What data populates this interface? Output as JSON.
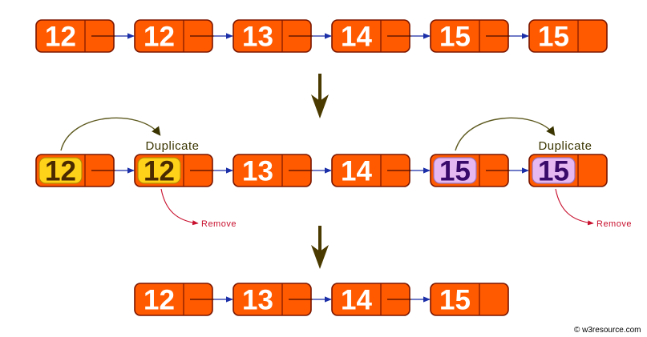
{
  "colors": {
    "node_fill": "#ff5a00",
    "node_border": "#7a1600",
    "node_text": "#ffffff",
    "link_arrow": "#1b2fa8",
    "duplicate_highlight_a": "#ffd21a",
    "duplicate_highlight_b": "#e6b8f2",
    "remove_label": "#c8102e",
    "step_arrow": "#4a3a00"
  },
  "rows": [
    {
      "nodes": [
        {
          "value": "12"
        },
        {
          "value": "12"
        },
        {
          "value": "13"
        },
        {
          "value": "14"
        },
        {
          "value": "15"
        },
        {
          "value": "15"
        }
      ]
    },
    {
      "nodes": [
        {
          "value": "12",
          "highlight": "yellow"
        },
        {
          "value": "12",
          "highlight": "yellow"
        },
        {
          "value": "13"
        },
        {
          "value": "14"
        },
        {
          "value": "15",
          "highlight": "purple"
        },
        {
          "value": "15",
          "highlight": "purple"
        }
      ]
    },
    {
      "nodes": [
        {
          "value": "12"
        },
        {
          "value": "13"
        },
        {
          "value": "14"
        },
        {
          "value": "15"
        }
      ]
    }
  ],
  "annotations": {
    "duplicate_label_1": "Duplicate",
    "duplicate_label_2": "Duplicate",
    "remove_label_1": "Remove",
    "remove_label_2": "Remove"
  },
  "credit": "© w3resource.com",
  "icons": [
    "down-arrow-icon",
    "curved-arrow-icon",
    "arrowhead-icon"
  ]
}
